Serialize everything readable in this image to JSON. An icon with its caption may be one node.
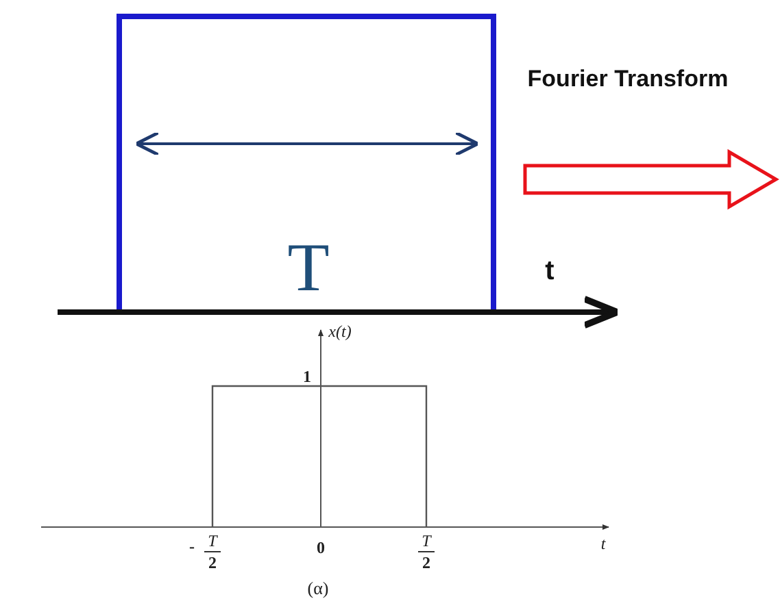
{
  "diagram": {
    "labels": [
      "Fourier Transform",
      "T",
      "t",
      "x(t)",
      "1",
      "-",
      "T",
      "2",
      "0",
      "T",
      "2",
      "t",
      "(α)"
    ]
  }
}
